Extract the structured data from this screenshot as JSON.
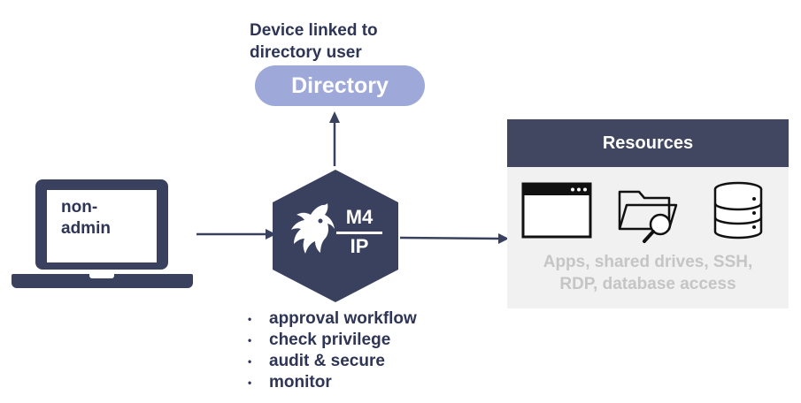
{
  "directory": {
    "caption_line1": "Device linked to",
    "caption_line2": "directory user",
    "label": "Directory"
  },
  "device": {
    "label_line1": "non-",
    "label_line2": "admin"
  },
  "gateway": {
    "line1": "M4",
    "line2": "IP",
    "logo_icon": "dragon-icon"
  },
  "resources": {
    "title": "Resources",
    "icons": [
      "app-window-icon",
      "folder-search-icon",
      "database-icon"
    ],
    "caption_line1": "Apps, shared drives, SSH,",
    "caption_line2": "RDP, database access"
  },
  "features": {
    "bullet": "•",
    "items": [
      "approval workflow",
      "check privilege",
      "audit & secure",
      "monitor"
    ]
  },
  "colors": {
    "navy": "#39415f",
    "text": "#2e3555",
    "pill": "#9ea9d9",
    "resources_header": "#414760",
    "resources_bg": "#f1f1f1",
    "caption_grey": "#c5c5c5"
  }
}
